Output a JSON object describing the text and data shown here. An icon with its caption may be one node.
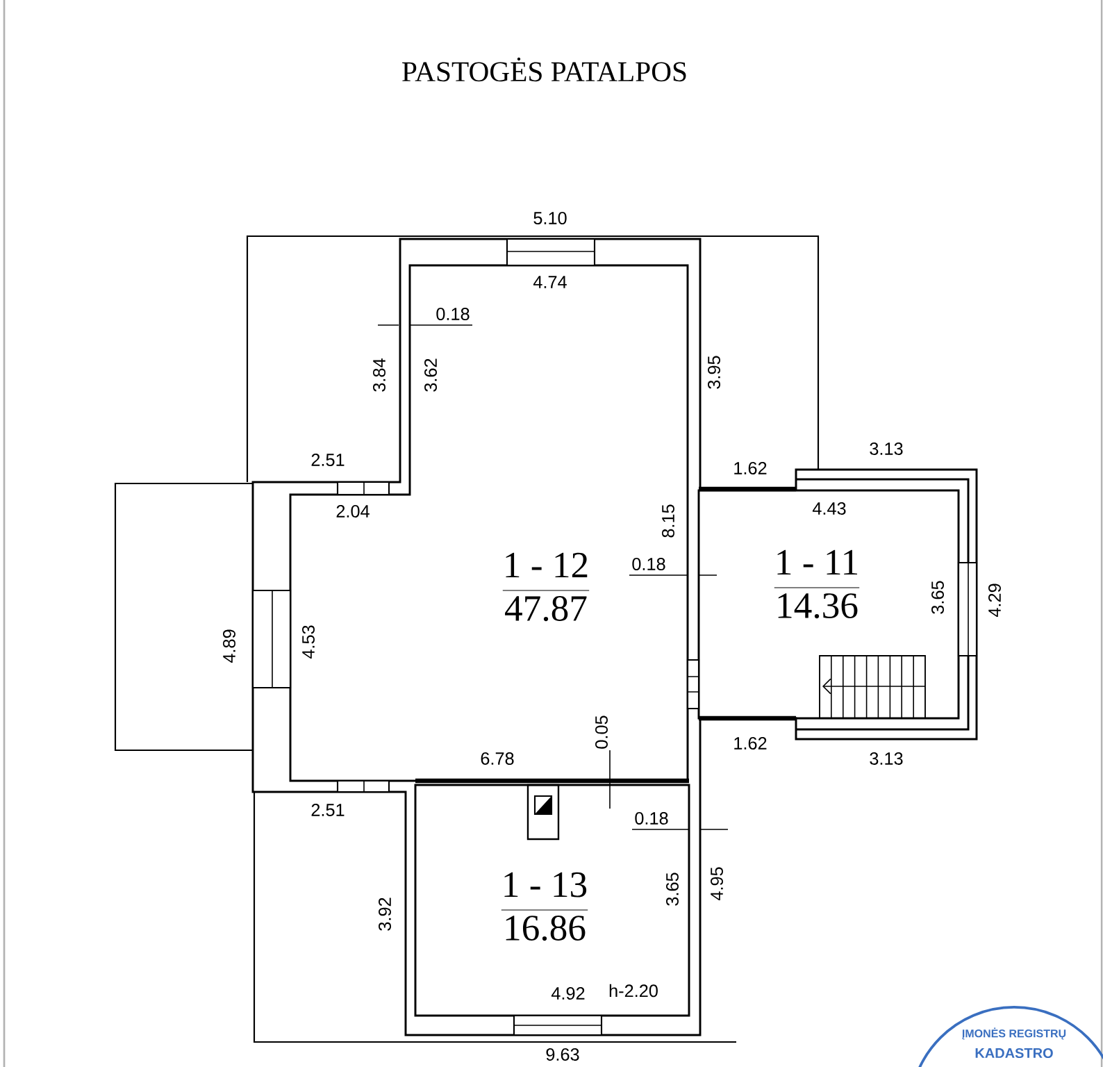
{
  "diagram": {
    "title": "PASTOGĖS PATALPOS",
    "nodes": [
      {
        "text": [
          "1 - 12",
          "47.87"
        ]
      },
      {
        "text": [
          "1 - 11",
          "14.36"
        ]
      },
      {
        "text": [
          "1 - 13",
          "16.86"
        ]
      }
    ],
    "labels": [
      "5.10",
      "4.74",
      "0.18",
      "3.84",
      "3.62",
      "3.95",
      "3.13",
      "2.51",
      "1.62",
      "4.43",
      "2.04",
      "8.15",
      "0.18",
      "3.65",
      "4.29",
      "4.53",
      "4.89",
      "0.05",
      "1.62",
      "6.78",
      "3.13",
      "2.51",
      "0.18",
      "4.95",
      "3.65",
      "3.92",
      "h-2.20",
      "4.92",
      "9.63",
      "ĮMONĖS REGISTRŲ",
      "KADASTRO"
    ]
  }
}
